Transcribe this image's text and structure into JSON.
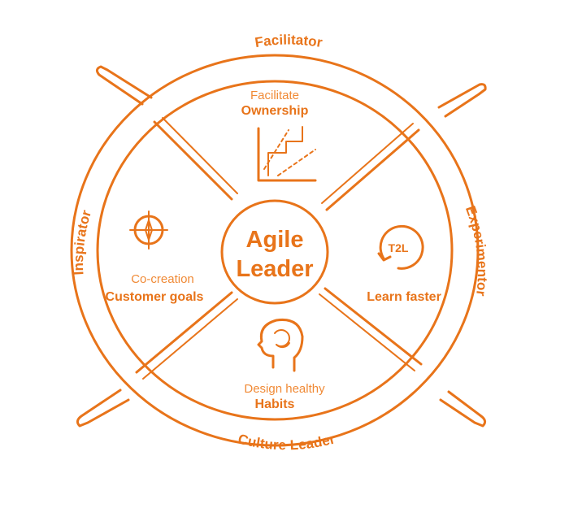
{
  "ring": {
    "top": "Facilitator",
    "bottom": "Culture Leader",
    "left": "Inspirator",
    "right": "Experimentor"
  },
  "center": {
    "line1": "Agile",
    "line2": "Leader"
  },
  "quadrants": {
    "top": {
      "line1": "Facilitate",
      "line2": "Ownership"
    },
    "left": {
      "line1": "Co-creation",
      "line2": "Customer goals"
    },
    "right": {
      "icon_text": "T2L",
      "line2": "Learn faster"
    },
    "bottom": {
      "line1": "Design healthy",
      "line2": "Habits"
    }
  },
  "colors": {
    "accent": "#e8741a"
  },
  "icons": [
    "chart-icon",
    "compass-icon",
    "cycle-arrow-icon",
    "head-cycle-icon"
  ]
}
